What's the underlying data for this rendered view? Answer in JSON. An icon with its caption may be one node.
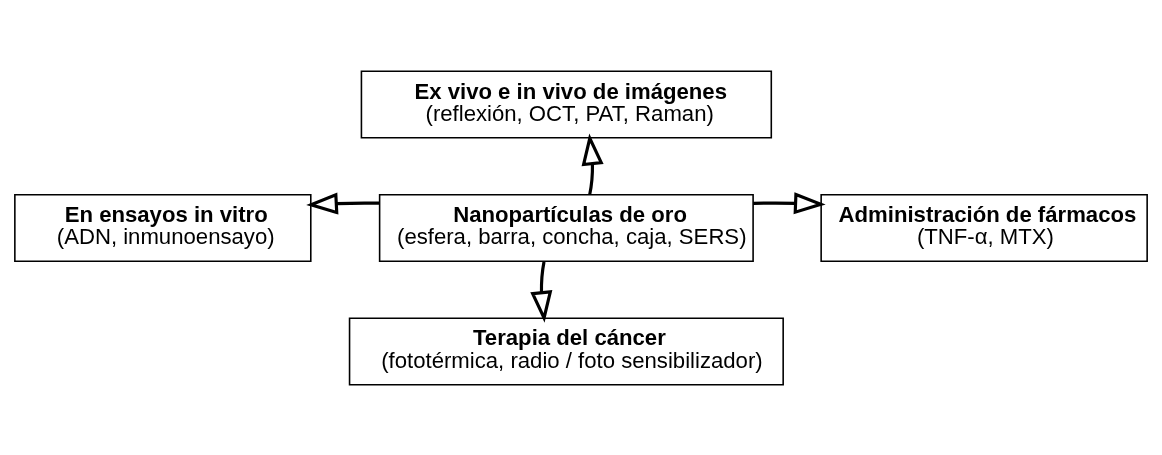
{
  "diagram": {
    "nodes": [
      {
        "text": [
          "Ex vivo e in vivo de imágenes",
          "(reflexión, OCT, PAT, Raman)"
        ]
      },
      {
        "text": [
          "En ensayos in vitro",
          "(ADN, inmunoensayo)"
        ]
      },
      {
        "text": [
          "Nanopartículas de oro",
          "(esfera, barra, concha, caja, SERS)"
        ]
      },
      {
        "text": [
          "Administración de fármacos",
          "(TNF-α, MTX)"
        ]
      },
      {
        "text": [
          "Terapia del cáncer",
          "(fototérmica, radio / foto sensibilizador)"
        ]
      }
    ],
    "edges": [
      {
        "from": 2,
        "to": 0,
        "arrow": "to"
      },
      {
        "from": 2,
        "to": 1,
        "arrow": "to"
      },
      {
        "from": 2,
        "to": 3,
        "arrow": "to"
      },
      {
        "from": 2,
        "to": 4,
        "arrow": "to"
      }
    ]
  }
}
